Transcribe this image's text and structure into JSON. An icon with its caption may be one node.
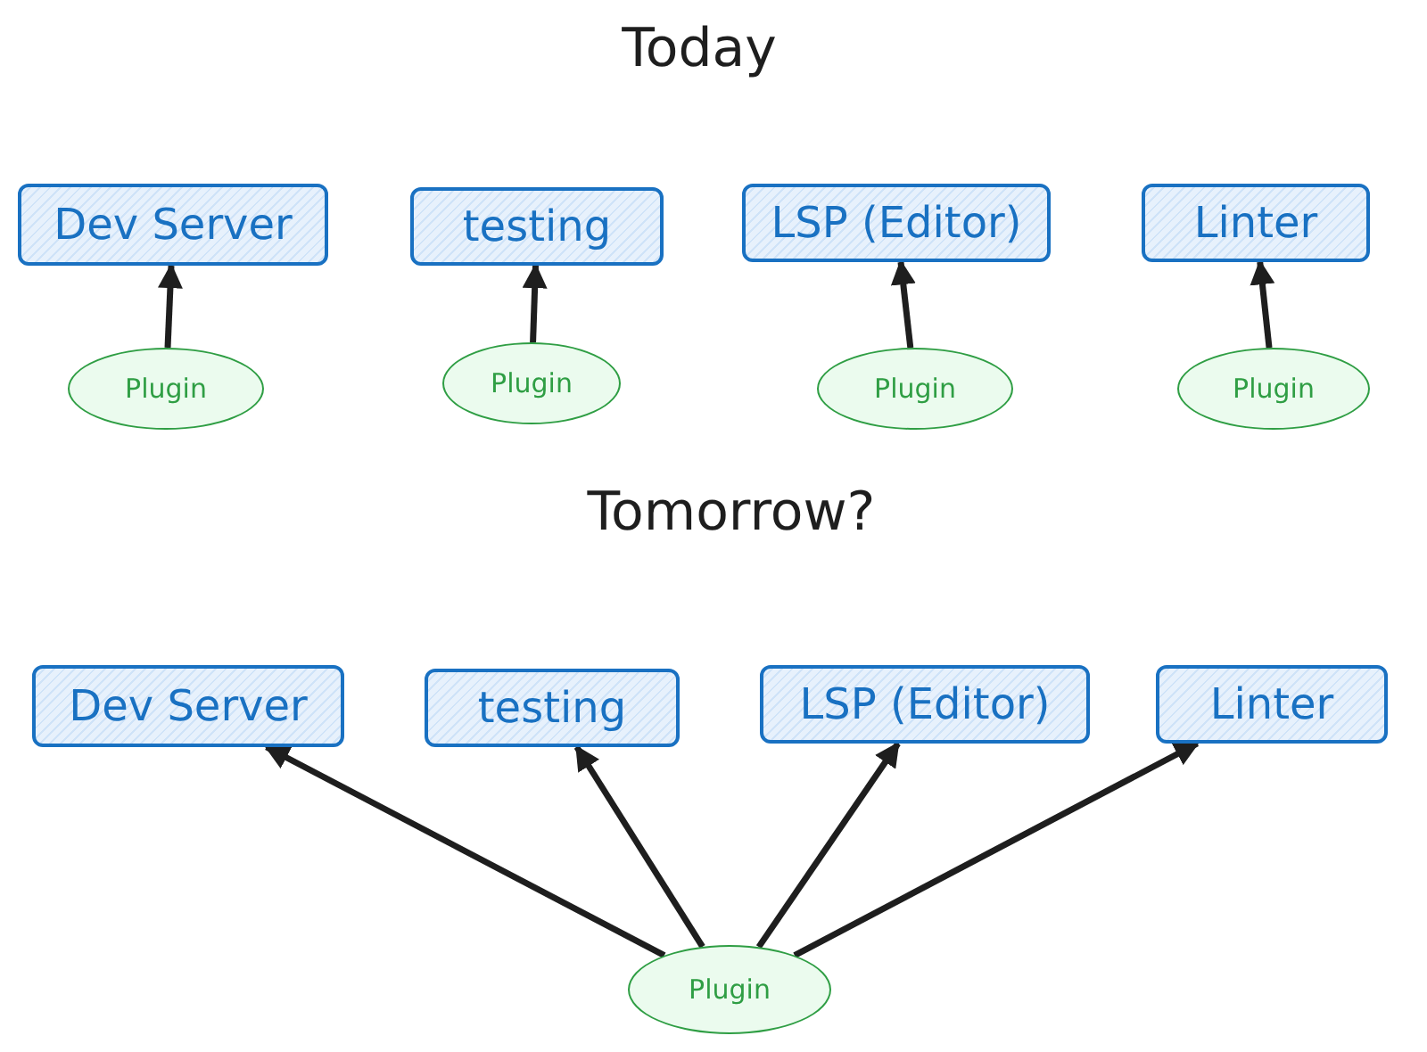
{
  "diagram": {
    "nodes": [
      {
        "text": [
          "Dev Server"
        ]
      },
      {
        "text": [
          "testing"
        ]
      },
      {
        "text": [
          "LSP (Editor)"
        ]
      },
      {
        "text": [
          "Linter"
        ]
      },
      {
        "text": [
          "Plugin"
        ]
      },
      {
        "text": [
          "Plugin"
        ]
      },
      {
        "text": [
          "Plugin"
        ]
      },
      {
        "text": [
          "Plugin"
        ]
      },
      {
        "text": [
          "Dev Server"
        ]
      },
      {
        "text": [
          "testing"
        ]
      },
      {
        "text": [
          "LSP (Editor)"
        ]
      },
      {
        "text": [
          "Linter"
        ]
      },
      {
        "text": [
          "Plugin"
        ]
      }
    ],
    "edges": [
      {
        "from": 4,
        "to": 0,
        "arrow": "to"
      },
      {
        "from": 5,
        "to": 1,
        "arrow": "to"
      },
      {
        "from": 6,
        "to": 2,
        "arrow": "to"
      },
      {
        "from": 7,
        "to": 3,
        "arrow": "to"
      },
      {
        "from": 12,
        "to": 8,
        "arrow": "to"
      },
      {
        "from": 12,
        "to": 9,
        "arrow": "to"
      },
      {
        "from": 12,
        "to": 10,
        "arrow": "to"
      },
      {
        "from": 12,
        "to": 11,
        "arrow": "to"
      }
    ],
    "labels": [
      "Today",
      "Tomorrow?"
    ]
  }
}
